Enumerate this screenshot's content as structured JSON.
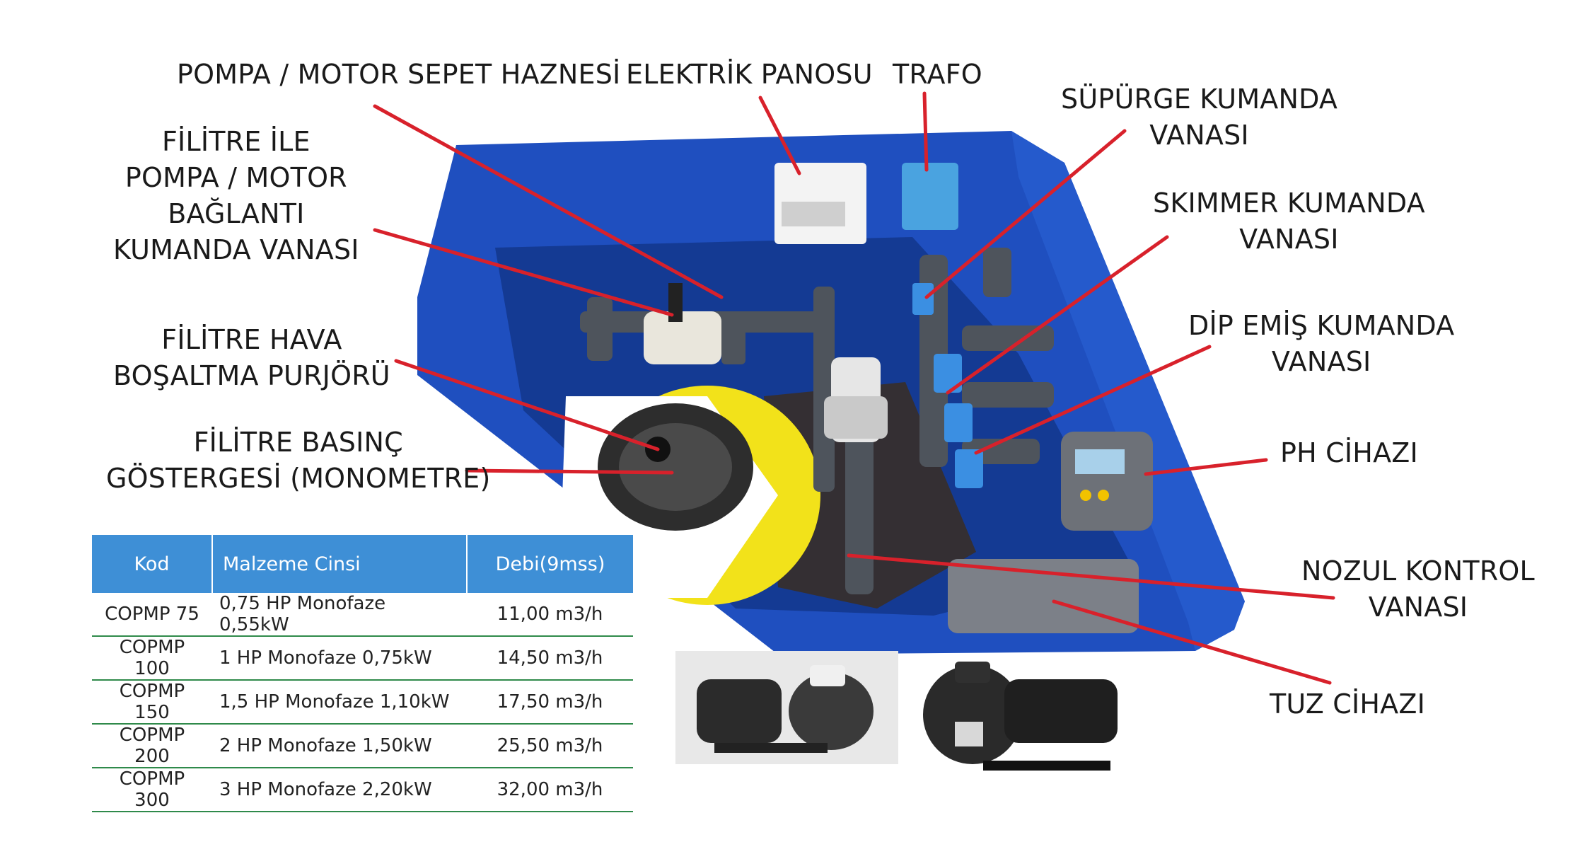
{
  "labels": {
    "pompa_motor_sepet": [
      "POMPA / MOTOR SEPET HAZNESİ"
    ],
    "elektrik_panosu": [
      "ELEKTRİK PANOSU"
    ],
    "trafo": [
      "TRAFO"
    ],
    "supurge": [
      "SÜPÜRGE KUMANDA",
      "VANASI"
    ],
    "filitre_baglanti": [
      "FİLİTRE İLE",
      "POMPA / MOTOR",
      "BAĞLANTI",
      "KUMANDA VANASI"
    ],
    "skimmer": [
      "SKIMMER KUMANDA",
      "VANASI"
    ],
    "dip_emis": [
      "DİP EMİŞ KUMANDA",
      "VANASI"
    ],
    "filitre_hava": [
      "FİLİTRE HAVA",
      "BOŞALTMA PURJÖRÜ"
    ],
    "filitre_basinc": [
      "FİLİTRE BASINÇ",
      "GÖSTERGESİ (MONOMETRE)"
    ],
    "ph": [
      "PH CİHAZI"
    ],
    "nozul": [
      "NOZUL KONTROL",
      "VANASI"
    ],
    "tuz": [
      "TUZ CİHAZI"
    ]
  },
  "table": {
    "headers": [
      "Kod",
      "Malzeme Cinsi",
      "Debi(9mss)"
    ],
    "rows": [
      [
        "COPMP 75",
        "0,75 HP Monofaze 0,55kW",
        "11,00 m3/h"
      ],
      [
        "COPMP 100",
        "1 HP Monofaze 0,75kW",
        "14,50 m3/h"
      ],
      [
        "COPMP 150",
        "1,5 HP Monofaze 1,10kW",
        "17,50 m3/h"
      ],
      [
        "COPMP 200",
        "2 HP Monofaze 1,50kW",
        "25,50 m3/h"
      ],
      [
        "COPMP 300",
        "3 HP Monofaze 2,20kW",
        "32,00 m3/h"
      ]
    ]
  },
  "colors": {
    "tank": "#1f4fbf",
    "tank_dark": "#143a93",
    "pointer": "#d8212b",
    "header": "#3e8fd6",
    "row_line": "#2f8a4a",
    "filter_yellow": "#f2e21a"
  }
}
